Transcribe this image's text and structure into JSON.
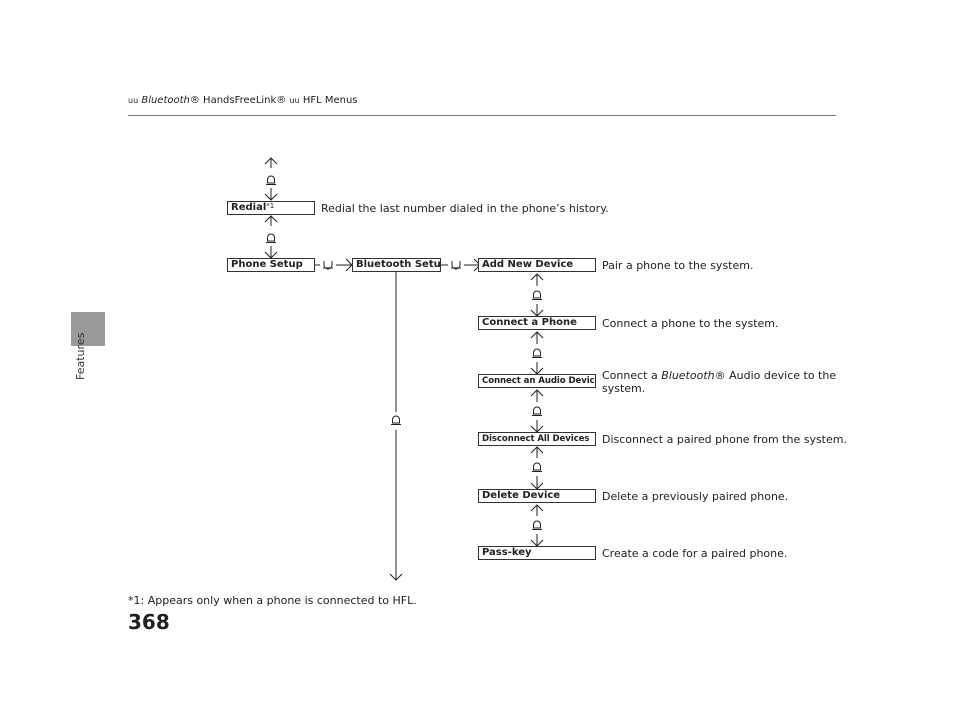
{
  "header": {
    "bullet": "uu",
    "crumb1_italic": "Bluetooth",
    "crumb1_rest": "® HandsFreeLink®",
    "sep": "uu",
    "crumb2": "HFL Menus"
  },
  "section": "Features",
  "menu": {
    "redial": {
      "label": "Redial",
      "sup": "*1",
      "desc": "Redial the last number dialed in the phone’s history."
    },
    "phone_setup": "Phone Setup",
    "bluetooth_setup": "Bluetooth Setup",
    "add_new_device": {
      "label": "Add New Device",
      "desc": "Pair a phone to the system."
    },
    "connect_phone": {
      "label": "Connect a Phone",
      "desc": "Connect a phone to the system."
    },
    "connect_audio": {
      "label": "Connect an Audio Device",
      "desc_pre": "Connect a ",
      "desc_italic": "Bluetooth",
      "desc_post": "® Audio device to the",
      "desc_line2": "system."
    },
    "disconnect_all": {
      "label": "Disconnect All Devices",
      "desc": "Disconnect a paired phone from the system."
    },
    "delete_device": {
      "label": "Delete Device",
      "desc": "Delete a previously paired phone."
    },
    "pass_key": {
      "label": "Pass-key",
      "desc": "Create a code for a paired phone."
    }
  },
  "footnote": "*1: Appears only when a phone is connected to HFL.",
  "page_number": "368"
}
